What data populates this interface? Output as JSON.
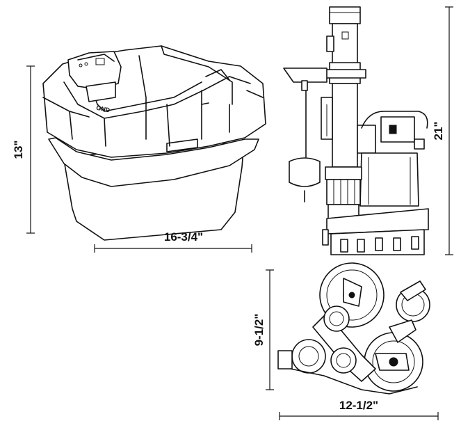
{
  "dimensions": {
    "battery_height": "13\"",
    "battery_width": "16-3/4\"",
    "pump_height": "21\"",
    "top_depth": "9-1/2\"",
    "top_width": "12-1/2\""
  },
  "labels": {
    "gnd_marking": "GND"
  },
  "icons": {
    "battery_box": "battery-box-drawing",
    "pump_side": "sump-pump-side-drawing",
    "pump_top": "sump-pump-top-drawing"
  }
}
